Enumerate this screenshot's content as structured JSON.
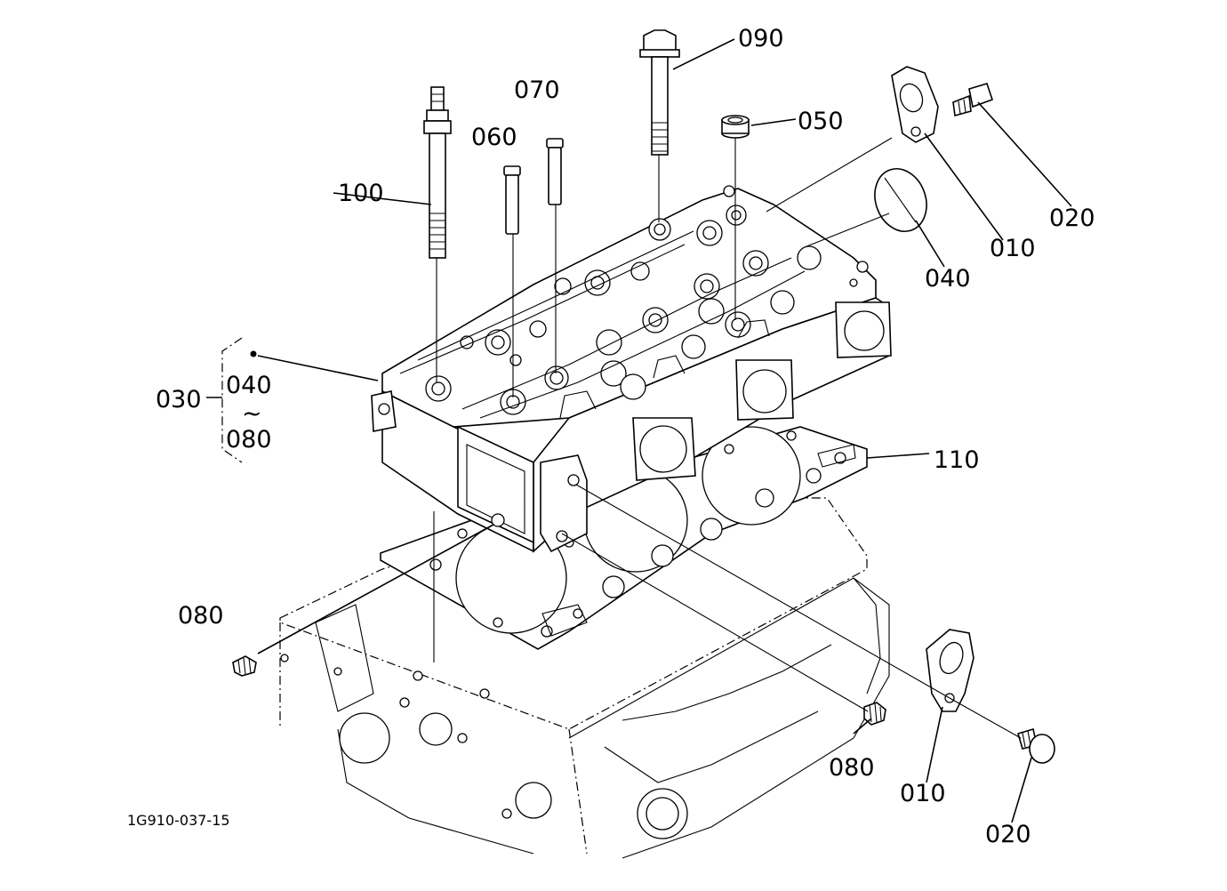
{
  "figure_id": "1G910-037-15",
  "callouts": {
    "c090": "090",
    "c070": "070",
    "c060": "060",
    "c050": "050",
    "c100": "100",
    "c020_top": "020",
    "c010_top": "010",
    "c040_right": "040",
    "c030": "030",
    "c040_group": "040",
    "c_tilde": "~",
    "c080_group": "080",
    "c110": "110",
    "c080_left": "080",
    "c080_bottom": "080",
    "c010_bottom": "010",
    "c020_bottom": "020"
  }
}
